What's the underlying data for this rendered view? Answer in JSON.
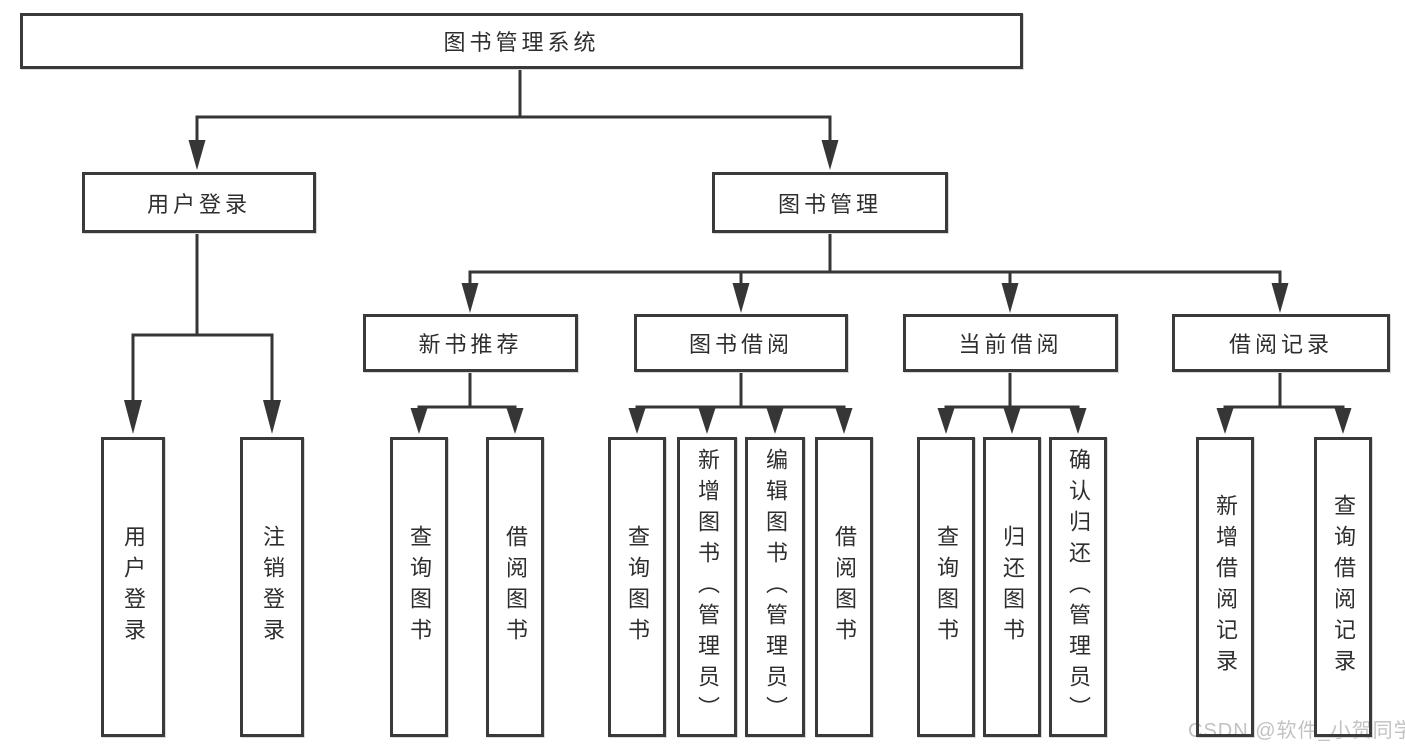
{
  "tree": {
    "label": "图书管理系统",
    "children": [
      {
        "label": "用户登录",
        "children": [
          {
            "label": "用户登录"
          },
          {
            "label": "注销登录"
          }
        ]
      },
      {
        "label": "图书管理",
        "children": [
          {
            "label": "新书推荐",
            "children": [
              {
                "label": "查询图书"
              },
              {
                "label": "借阅图书"
              }
            ]
          },
          {
            "label": "图书借阅",
            "children": [
              {
                "label": "查询图书"
              },
              {
                "label": "新增图书（管理员）"
              },
              {
                "label": "编辑图书（管理员）"
              },
              {
                "label": "借阅图书"
              }
            ]
          },
          {
            "label": "当前借阅",
            "children": [
              {
                "label": "查询图书"
              },
              {
                "label": "归还图书"
              },
              {
                "label": "确认归还（管理员）"
              }
            ]
          },
          {
            "label": "借阅记录",
            "children": [
              {
                "label": "新增借阅记录"
              },
              {
                "label": "查询借阅记录"
              }
            ]
          }
        ]
      }
    ]
  },
  "watermark": {
    "text": "CSDN @软件_小贺同学",
    "color": "#c2c2c2"
  },
  "colors": {
    "line": "#363636",
    "box_border": "#3a3a3a",
    "text": "#2e2e2e",
    "background": "#ffffff"
  }
}
